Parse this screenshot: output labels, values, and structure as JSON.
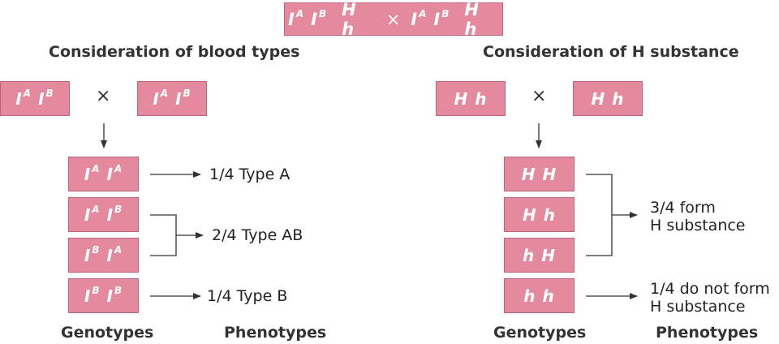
{
  "title_cross": {
    "parent1": {
      "a1": "I",
      "a1_sup": "A",
      "a2": "I",
      "a2_sup": "B",
      "h": "H h"
    },
    "times": "×",
    "parent2": {
      "a1": "I",
      "a1_sup": "A",
      "a2": "I",
      "a2_sup": "B",
      "h": "H h"
    }
  },
  "blood": {
    "heading": "Consideration of blood types",
    "parent1": {
      "a1": "I",
      "a1_sup": "A",
      "a2": "I",
      "a2_sup": "B"
    },
    "times": "×",
    "parent2": {
      "a1": "I",
      "a1_sup": "A",
      "a2": "I",
      "a2_sup": "B"
    },
    "offspring": [
      {
        "a1": "I",
        "a1_sup": "A",
        "a2": "I",
        "a2_sup": "A"
      },
      {
        "a1": "I",
        "a1_sup": "A",
        "a2": "I",
        "a2_sup": "B"
      },
      {
        "a1": "I",
        "a1_sup": "B",
        "a2": "I",
        "a2_sup": "A"
      },
      {
        "a1": "I",
        "a1_sup": "B",
        "a2": "I",
        "a2_sup": "B"
      }
    ],
    "phenotypes": [
      "1/4 Type A",
      "2/4 Type AB",
      "1/4 Type B"
    ],
    "genotypes_label": "Genotypes",
    "phenotypes_label": "Phenotypes"
  },
  "hsub": {
    "heading": "Consideration of H substance",
    "parent1": "H h",
    "times": "×",
    "parent2": "H h",
    "offspring": [
      "H H",
      "H h",
      "h H",
      "h h"
    ],
    "phenotypes": [
      {
        "line1": "3/4 form",
        "line2": "H substance"
      },
      {
        "line1": "1/4 do not form",
        "line2": "H substance"
      }
    ],
    "genotypes_label": "Genotypes",
    "phenotypes_label": "Phenotypes"
  },
  "colors": {
    "box_fill": "#e5899f",
    "box_border": "#b9667b",
    "line": "#333333"
  }
}
